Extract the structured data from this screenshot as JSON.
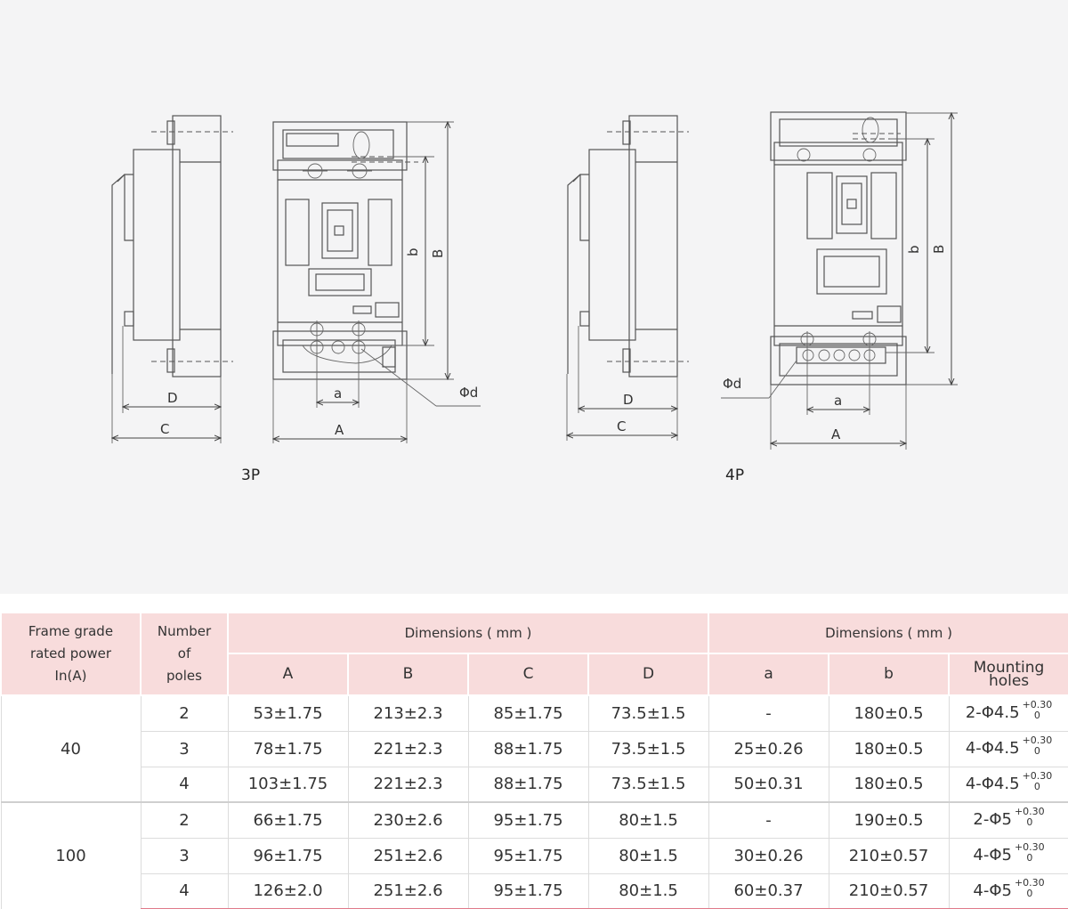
{
  "drawing": {
    "labels_3p": {
      "D": "D",
      "C": "C",
      "a": "a",
      "A": "A",
      "b": "b",
      "B": "B",
      "phi_d": "Φd",
      "caption": "3P"
    },
    "labels_4p": {
      "D": "D",
      "C": "C",
      "a": "a",
      "A": "A",
      "b": "b",
      "B": "B",
      "phi_d": "Φd",
      "caption": "4P"
    }
  },
  "table": {
    "header": {
      "frame": "Frame grade rated power In(A)",
      "frame_lines": [
        "Frame grade",
        "rated power",
        "In(A)"
      ],
      "poles_lines": [
        "Number",
        "of",
        "poles"
      ],
      "group1": "Dimensions ( mm )",
      "group2": "Dimensions ( mm )",
      "cols": [
        "A",
        "B",
        "C",
        "D",
        "a",
        "b"
      ],
      "mounting_lines": [
        "Mounting",
        "holes"
      ]
    },
    "groups": [
      {
        "frame": "40",
        "rows": [
          {
            "poles": "2",
            "A": "53±1.75",
            "B": "213±2.3",
            "C": "85±1.75",
            "D": "73.5±1.5",
            "a": "-",
            "b": "180±0.5",
            "holes": "2-Φ4.5",
            "tol_up": "+0.30",
            "tol_down": "0"
          },
          {
            "poles": "3",
            "A": "78±1.75",
            "B": "221±2.3",
            "C": "88±1.75",
            "D": "73.5±1.5",
            "a": "25±0.26",
            "b": "180±0.5",
            "holes": "4-Φ4.5",
            "tol_up": "+0.30",
            "tol_down": "0"
          },
          {
            "poles": "4",
            "A": "103±1.75",
            "B": "221±2.3",
            "C": "88±1.75",
            "D": "73.5±1.5",
            "a": "50±0.31",
            "b": "180±0.5",
            "holes": "4-Φ4.5",
            "tol_up": "+0.30",
            "tol_down": "0"
          }
        ]
      },
      {
        "frame": "100",
        "rows": [
          {
            "poles": "2",
            "A": "66±1.75",
            "B": "230±2.6",
            "C": "95±1.75",
            "D": "80±1.5",
            "a": "-",
            "b": "190±0.5",
            "holes": "2-Φ5",
            "tol_up": "+0.30",
            "tol_down": "0"
          },
          {
            "poles": "3",
            "A": "96±1.75",
            "B": "251±2.6",
            "C": "95±1.75",
            "D": "80±1.5",
            "a": "30±0.26",
            "b": "210±0.57",
            "holes": "4-Φ5",
            "tol_up": "+0.30",
            "tol_down": "0"
          },
          {
            "poles": "4",
            "A": "126±2.0",
            "B": "251±2.6",
            "C": "95±1.75",
            "D": "80±1.5",
            "a": "60±0.37",
            "b": "210±0.57",
            "holes": "4-Φ5",
            "tol_up": "+0.30",
            "tol_down": "0"
          }
        ]
      }
    ]
  }
}
